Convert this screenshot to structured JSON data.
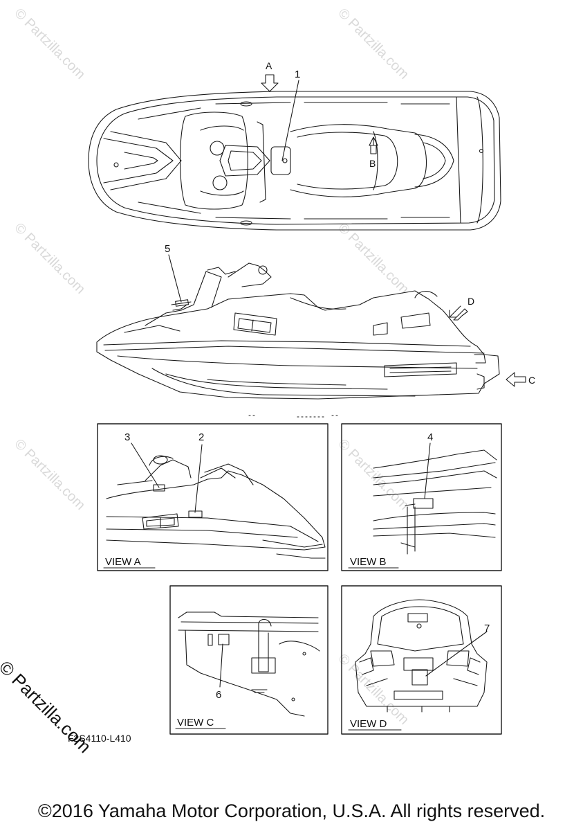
{
  "watermark": {
    "text": "© Partzilla.com",
    "main_text": "© Partzilla.com"
  },
  "callouts": {
    "c1": "1",
    "c2": "2",
    "c3": "3",
    "c4": "4",
    "c5": "5",
    "c6": "6",
    "c7": "7"
  },
  "view_arrows": {
    "a": "A",
    "b": "B",
    "c": "C",
    "d": "D"
  },
  "views": {
    "view_a": "VIEW A",
    "view_b": "VIEW B",
    "view_c": "VIEW C",
    "view_d": "VIEW D"
  },
  "part_code": "F2S4110-L410",
  "footer": {
    "copyright": "©2016 Yamaha Motor Corporation, U.S.A. All rights reserved."
  },
  "colors": {
    "line": "#1a1a1a",
    "watermark": "#d9d9d9"
  }
}
